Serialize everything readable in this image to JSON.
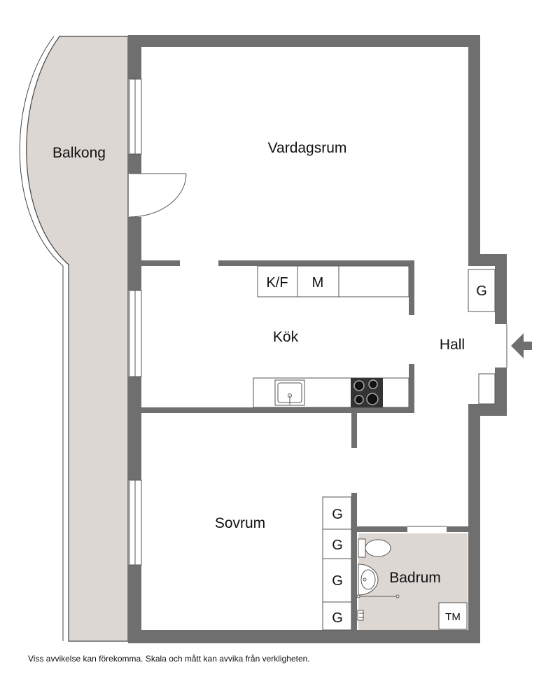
{
  "colors": {
    "wall": "#6f6f70",
    "balcony": "#ddd7d4",
    "bathroom": "#ddd7d4",
    "line": "#555555",
    "stove": "#333333"
  },
  "rooms": {
    "balcony": "Balkong",
    "living": "Vardagsrum",
    "kitchen": "Kök",
    "hall": "Hall",
    "bedroom": "Sovrum",
    "bathroom": "Badrum"
  },
  "fixtures": {
    "fridge_freezer": "K/F",
    "microwave": "M",
    "wardrobe": "G",
    "washer": "TM"
  },
  "entrance_icon": "arrow-left-icon",
  "disclaimer": "Viss avvikelse kan förekomma. Skala och mått kan avvika från verkligheten."
}
